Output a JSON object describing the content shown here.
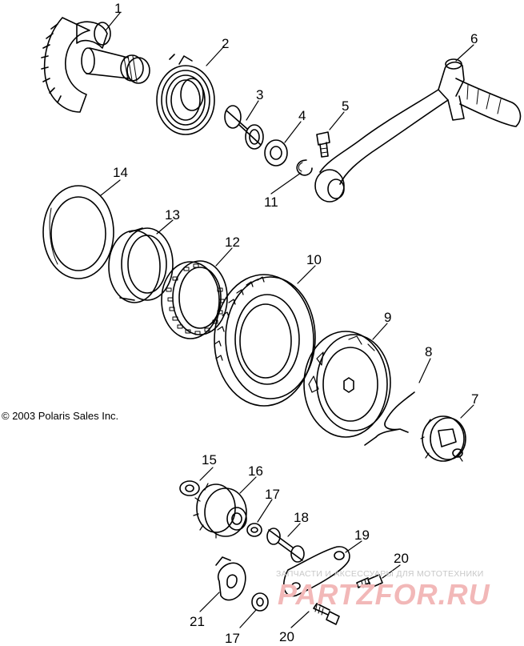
{
  "copyright": "© 2003 Polaris Sales Inc.",
  "watermark": {
    "tagline": "ЗАПЧАСТИ И АКСЕССУАРЫ ДЛЯ МОТОТЕХНИКИ",
    "brand": "PARTZFOR.RU",
    "color": "#f2b8b8"
  },
  "callouts": {
    "c1": "1",
    "c2": "2",
    "c3": "3",
    "c4": "4",
    "c5": "5",
    "c6": "6",
    "c7": "7",
    "c8": "8",
    "c9": "9",
    "c10": "10",
    "c11": "11",
    "c12": "12",
    "c13": "13",
    "c14": "14",
    "c15": "15",
    "c16": "16",
    "c17a": "17",
    "c17b": "17",
    "c18": "18",
    "c19": "19",
    "c20a": "20",
    "c20b": "20",
    "c21": "21"
  }
}
